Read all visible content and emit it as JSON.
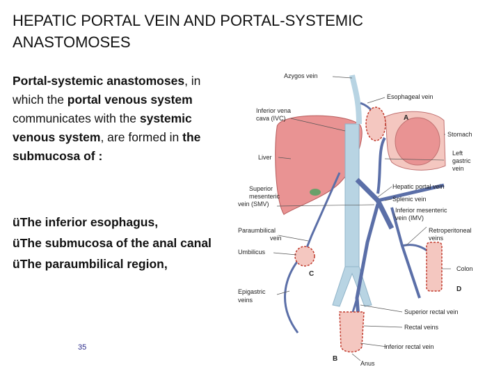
{
  "slide": {
    "title_line1": "HEPATIC PORTAL VEIN AND PORTAL-SYSTEMIC",
    "title_line2": "ANASTOMOSES",
    "paragraph": {
      "p1": "Portal-systemic anastomoses",
      "p2": ", in which the ",
      "p3": "portal venous system",
      "p4": " communicates with the ",
      "p5": "systemic venous system",
      "p6": ", are formed in ",
      "p7": "the submucosa of :"
    },
    "bullets": [
      "The inferior esophagus,",
      "The submucosa of the anal canal",
      "The paraumbilical region,"
    ],
    "bullet_mark": "ü",
    "page_number": "35"
  },
  "figure": {
    "labels": {
      "azygos": "Azygos vein",
      "ivc1": "Inferior vena",
      "ivc2": "cava (IVC)",
      "esophageal": "Esophageal vein",
      "stomach": "Stomach",
      "liver": "Liver",
      "left_gastric1": "Left",
      "left_gastric2": "gastric",
      "left_gastric3": "vein",
      "smv1": "Superior",
      "smv2": "mesenteric",
      "smv3": "vein (SMV)",
      "hepatic_portal": "Hepatic portal vein",
      "splenic": "Splenic vein",
      "imv1": "Inferior mesenteric",
      "imv2": "vein (IMV)",
      "paraumbilical1": "Paraumbilical",
      "paraumbilical2": "vein",
      "retroperitoneal1": "Retroperitoneal",
      "retroperitoneal2": "veins",
      "umbilicus": "Umbilicus",
      "colon": "Colon",
      "epigastric1": "Epigastric",
      "epigastric2": "veins",
      "superior_rectal": "Superior rectal vein",
      "rectal": "Rectal veins",
      "inferior_rectal": "Inferior rectal vein",
      "anus": "Anus",
      "a": "A",
      "b": "B",
      "c": "C",
      "d": "D"
    },
    "colors": {
      "vein_blue": "#5b6fa8",
      "ivc_light": "#b8d4e3",
      "organ_pink": "#e99393",
      "organ_pale": "#f4c7c0",
      "highlight_red": "#c0392b"
    }
  }
}
